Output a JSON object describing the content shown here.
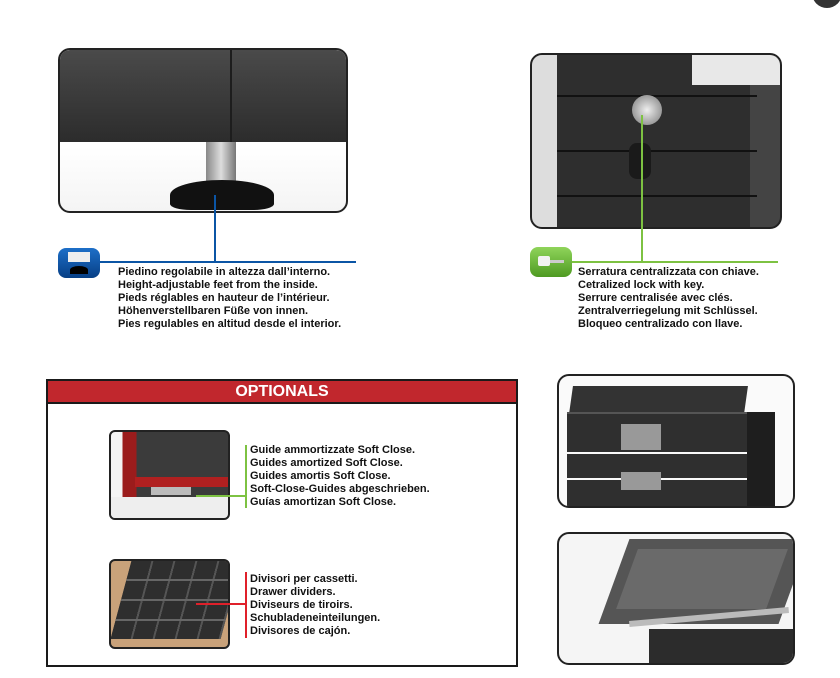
{
  "feet": {
    "lines": [
      "Piedino regolabile in altezza dall’interno.",
      "Height-adjustable feet from the inside.",
      "Pieds réglables en hauteur de l’intérieur.",
      "Höhenverstellbaren Füße von innen.",
      "Pies regulables en altitud desde el interior."
    ],
    "accent": "#0b55a5"
  },
  "lock": {
    "lines": [
      "Serratura  centralizzata con chiave.",
      "Cetralized  lock with key.",
      "Serrure centralisée avec clés.",
      "Zentralverriegelung mit Schlüssel.",
      "Bloqueo centralizado con llave."
    ],
    "accent": "#7dc242"
  },
  "optionals": {
    "title": "OPTIONALS",
    "header_color": "#c1272d",
    "soft_close": [
      "Guide ammortizzate Soft Close.",
      "Guides amortized Soft Close.",
      "Guides amortis Soft Close.",
      "Soft-Close-Guides abgeschrieben.",
      "Guías amortizan Soft Close."
    ],
    "dividers": [
      "Divisori per cassetti.",
      "Drawer dividers.",
      "Diviseurs de tiroirs.",
      "Schubladeneinteilungen.",
      "Divisores de cajón."
    ]
  }
}
